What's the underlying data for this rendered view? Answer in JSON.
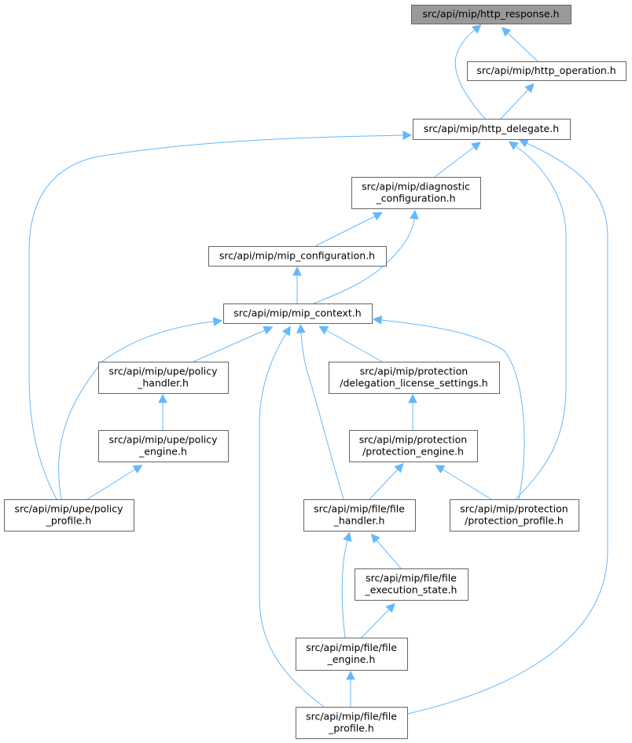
{
  "colors": {
    "edge": "#63b8ff",
    "node_border": "#666666",
    "root_fill": "#999999",
    "node_fill": "#ffffff"
  },
  "nodes": [
    {
      "id": "http_response",
      "lines": [
        "src/api/mip/http_response.h"
      ],
      "root": true
    },
    {
      "id": "http_operation",
      "lines": [
        "src/api/mip/http_operation.h"
      ]
    },
    {
      "id": "http_delegate",
      "lines": [
        "src/api/mip/http_delegate.h"
      ]
    },
    {
      "id": "diagnostic_configuration",
      "lines": [
        "src/api/mip/diagnostic",
        "_configuration.h"
      ]
    },
    {
      "id": "mip_configuration",
      "lines": [
        "src/api/mip/mip_configuration.h"
      ]
    },
    {
      "id": "mip_context",
      "lines": [
        "src/api/mip/mip_context.h"
      ]
    },
    {
      "id": "upe_policy_handler",
      "lines": [
        "src/api/mip/upe/policy",
        "_handler.h"
      ]
    },
    {
      "id": "delegation_license_settings",
      "lines": [
        "src/api/mip/protection",
        "/delegation_license_settings.h"
      ]
    },
    {
      "id": "upe_policy_engine",
      "lines": [
        "src/api/mip/upe/policy",
        "_engine.h"
      ]
    },
    {
      "id": "protection_engine",
      "lines": [
        "src/api/mip/protection",
        "/protection_engine.h"
      ]
    },
    {
      "id": "upe_policy_profile",
      "lines": [
        "src/api/mip/upe/policy",
        "_profile.h"
      ]
    },
    {
      "id": "file_handler",
      "lines": [
        "src/api/mip/file/file",
        "_handler.h"
      ]
    },
    {
      "id": "protection_profile",
      "lines": [
        "src/api/mip/protection",
        "/protection_profile.h"
      ]
    },
    {
      "id": "file_execution_state",
      "lines": [
        "src/api/mip/file/file",
        "_execution_state.h"
      ]
    },
    {
      "id": "file_engine",
      "lines": [
        "src/api/mip/file/file",
        "_engine.h"
      ]
    },
    {
      "id": "file_profile",
      "lines": [
        "src/api/mip/file/file",
        "_profile.h"
      ]
    }
  ],
  "edges": [
    {
      "from": "http_operation",
      "to": "http_response"
    },
    {
      "from": "http_delegate",
      "to": "http_response"
    },
    {
      "from": "http_delegate",
      "to": "http_operation"
    },
    {
      "from": "diagnostic_configuration",
      "to": "http_delegate"
    },
    {
      "from": "upe_policy_profile",
      "to": "http_delegate"
    },
    {
      "from": "protection_profile",
      "to": "http_delegate"
    },
    {
      "from": "file_profile",
      "to": "http_delegate"
    },
    {
      "from": "mip_configuration",
      "to": "diagnostic_configuration"
    },
    {
      "from": "mip_context",
      "to": "diagnostic_configuration"
    },
    {
      "from": "mip_context",
      "to": "mip_configuration"
    },
    {
      "from": "upe_policy_profile",
      "to": "mip_context"
    },
    {
      "from": "upe_policy_handler",
      "to": "mip_context"
    },
    {
      "from": "delegation_license_settings",
      "to": "mip_context"
    },
    {
      "from": "file_handler",
      "to": "mip_context"
    },
    {
      "from": "file_profile",
      "to": "mip_context"
    },
    {
      "from": "protection_profile",
      "to": "mip_context"
    },
    {
      "from": "upe_policy_engine",
      "to": "upe_policy_handler"
    },
    {
      "from": "upe_policy_profile",
      "to": "upe_policy_engine"
    },
    {
      "from": "protection_engine",
      "to": "delegation_license_settings"
    },
    {
      "from": "file_handler",
      "to": "protection_engine"
    },
    {
      "from": "protection_profile",
      "to": "protection_engine"
    },
    {
      "from": "file_execution_state",
      "to": "file_handler"
    },
    {
      "from": "file_engine",
      "to": "file_handler"
    },
    {
      "from": "file_engine",
      "to": "file_execution_state"
    },
    {
      "from": "file_profile",
      "to": "file_engine"
    }
  ]
}
